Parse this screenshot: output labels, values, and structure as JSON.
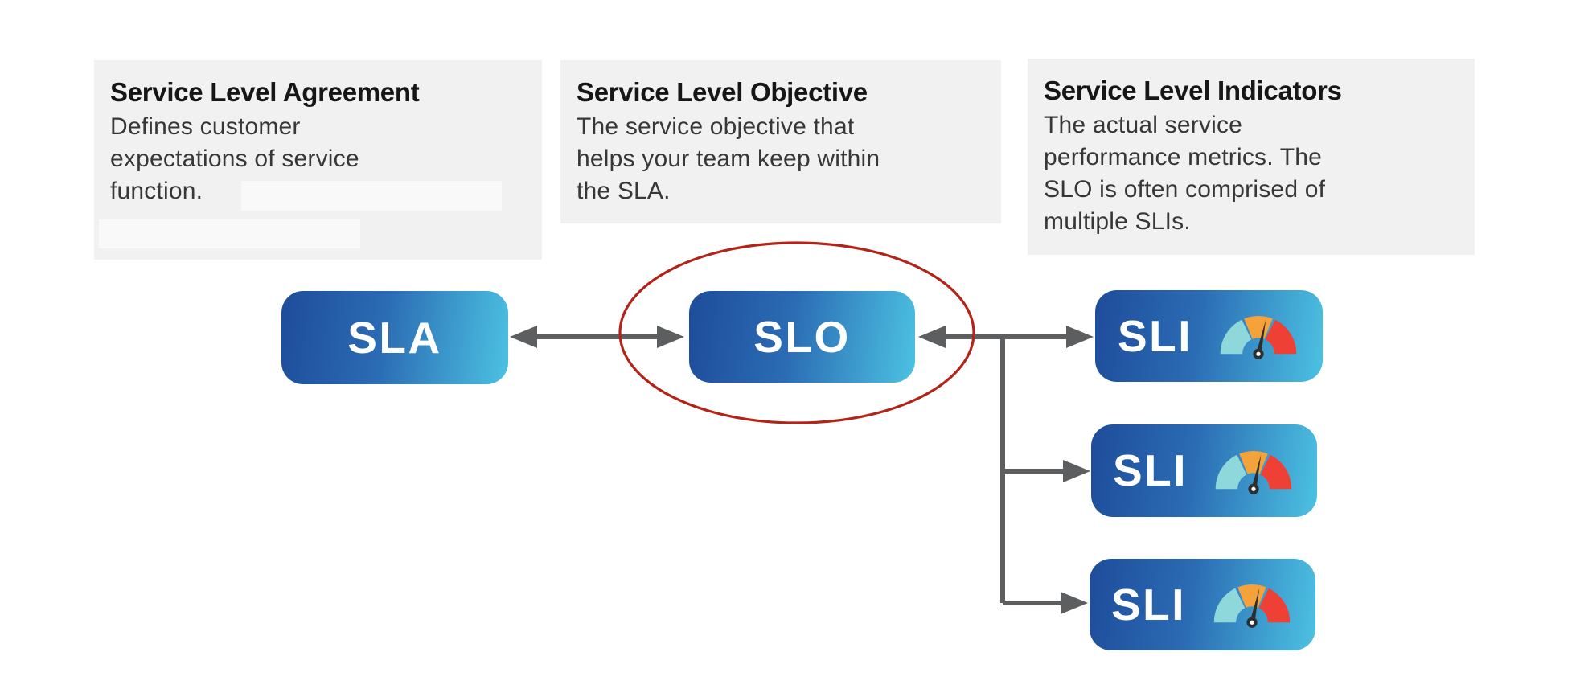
{
  "diagram": {
    "panels": [
      {
        "title": "Service Level Agreement",
        "lines": [
          "Defines customer",
          "expectations of service",
          "function."
        ]
      },
      {
        "title": "Service Level Objective",
        "lines": [
          "The service objective that",
          "helps your team keep within",
          "the SLA."
        ]
      },
      {
        "title": "Service Level Indicators",
        "lines": [
          "The actual service",
          "performance metrics. The",
          "SLO is often comprised of",
          "multiple SLIs."
        ]
      }
    ],
    "nodes": {
      "sla": "SLA",
      "slo": "SLO",
      "sli": "SLI"
    },
    "colors": {
      "node_gradient_start": "#1e4c9a",
      "node_gradient_end": "#4cc2e2",
      "panel_bg": "#f1f1f2",
      "connector_gray": "#5d5e60",
      "highlight_ellipse_red": "#b22318",
      "gauge_teal": "#8ed8dc",
      "gauge_orange": "#f5a23a",
      "gauge_red": "#ee4035",
      "gauge_needle": "#2d2e30"
    }
  }
}
